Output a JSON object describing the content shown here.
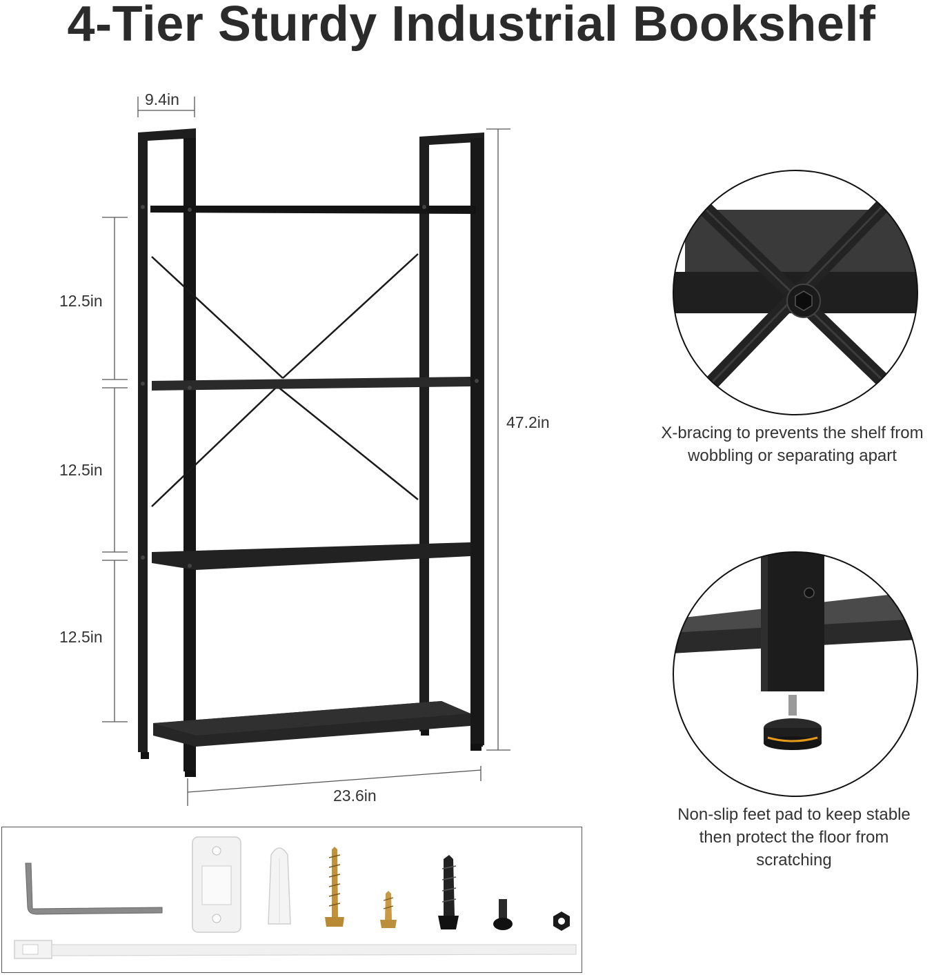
{
  "title": "4-Tier Sturdy Industrial Bookshelf",
  "dimensions": {
    "depth": "9.4in",
    "tier_spacing": [
      "12.5in",
      "12.5in",
      "12.5in"
    ],
    "height": "47.2in",
    "width": "23.6in"
  },
  "features": [
    {
      "caption_lines": [
        "X-bracing to prevents the shelf from",
        "wobbling or separating apart"
      ],
      "icon": "x-bracing-closeup"
    },
    {
      "caption_lines": [
        "Non-slip feet pad to keep stable",
        "then protect the floor from",
        "scratching"
      ],
      "icon": "non-slip-foot-closeup"
    }
  ],
  "accessories": [
    "allen-wrench",
    "wall-bracket",
    "wall-anchor",
    "gold-wood-screw",
    "small-gold-screw",
    "black-wall-screw",
    "black-bolt",
    "hex-nut",
    "cable-tie"
  ],
  "colors": {
    "frame": "#1c1c1c",
    "shelf": "#222222",
    "text": "#333333"
  }
}
